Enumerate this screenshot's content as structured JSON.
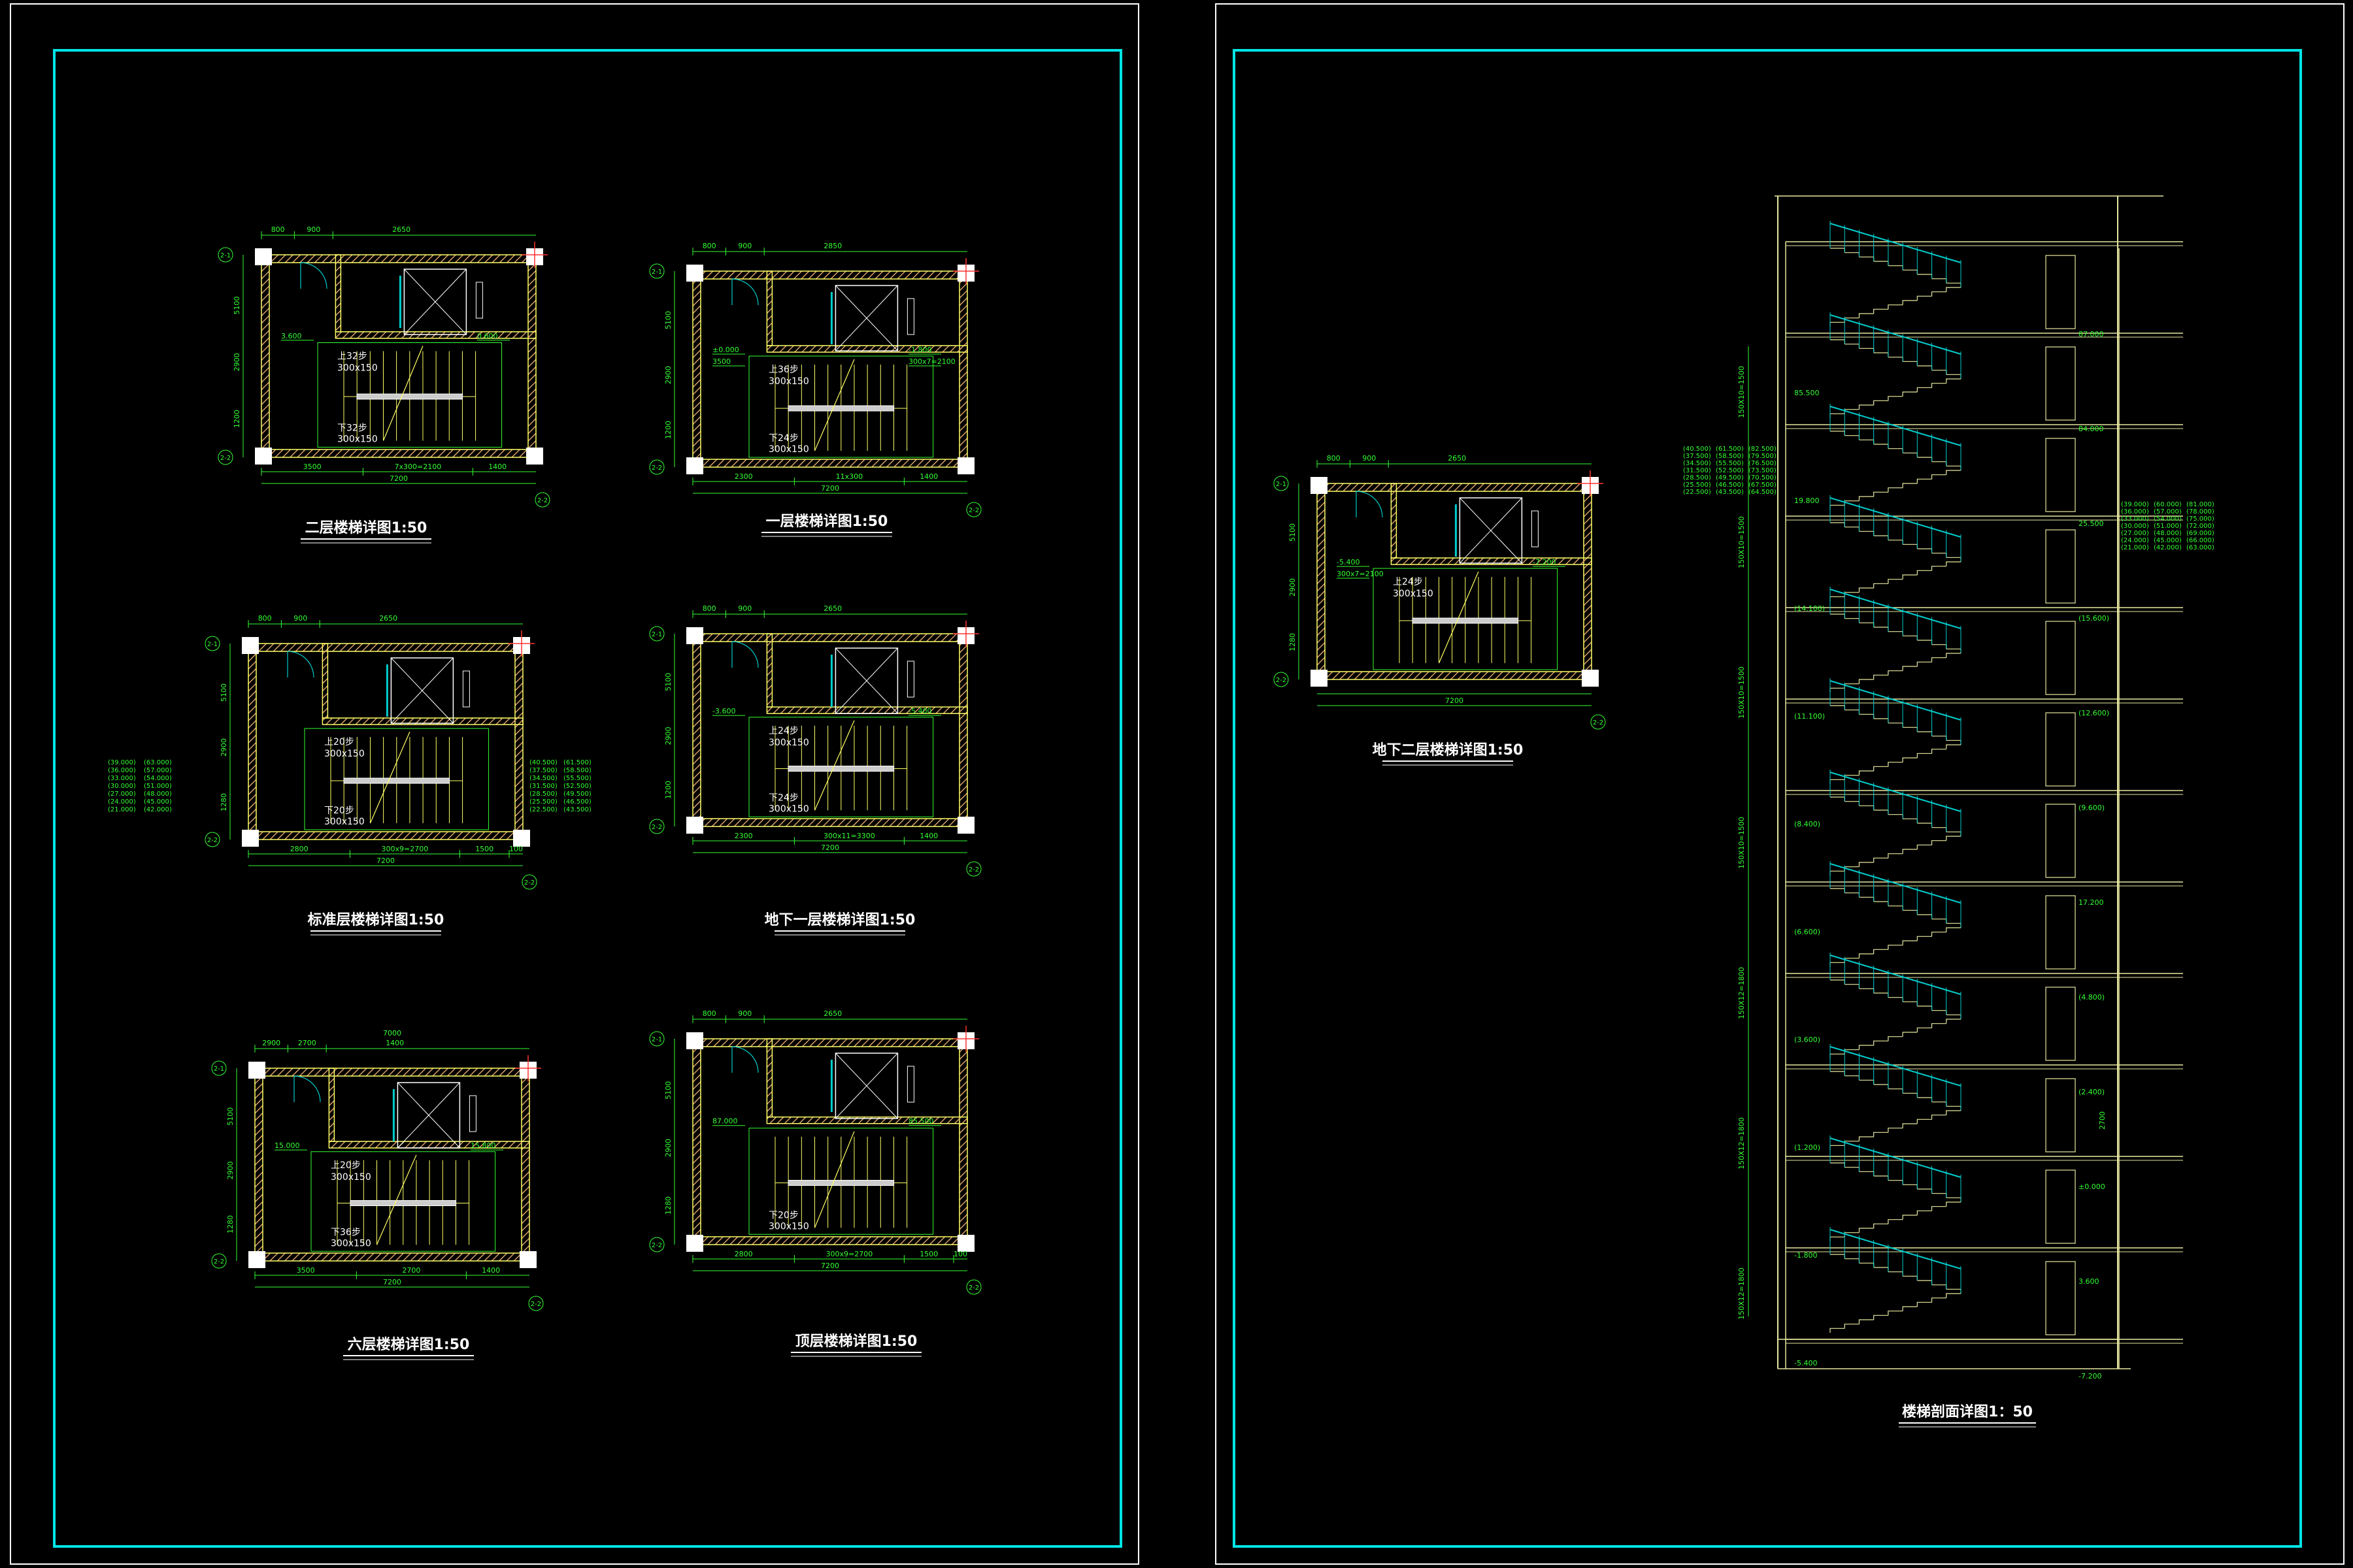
{
  "colors": {
    "background": "#000000",
    "sheet_border": "#ffffff",
    "title_frame": "#00e5e5",
    "wall": "#ffff66",
    "hatch": "#d9a066",
    "dimension": "#33ff33",
    "handrail": "#00cccc",
    "elevator": "#ffffff",
    "section_lines": "#e8e8a0",
    "marker": "#ff3333"
  },
  "plans": [
    {
      "key": "p2",
      "title": "二层楼梯详图1:50",
      "axis_top": "2-1",
      "axis_bottom": "2-2",
      "top_dims": [
        "800",
        "900",
        "2650"
      ],
      "bottom_dims": [
        "3500",
        "7x300=2100",
        "1400"
      ],
      "total": "7200",
      "left_dims": [
        "5100",
        "2900",
        "1200"
      ],
      "up": "上32步",
      "up_spec": "300x150",
      "down": "下32步",
      "down_spec": "300x150",
      "levels": [
        "3.600",
        "0.600"
      ]
    },
    {
      "key": "p1",
      "title": "一层楼梯详图1:50",
      "axis_top": "2-1",
      "axis_bottom": "2-2",
      "top_dims": [
        "800",
        "900",
        "2850"
      ],
      "bottom_dims": [
        "2300",
        "11x300",
        "1400"
      ],
      "total": "7200",
      "left_dims": [
        "5100",
        "2900",
        "1200"
      ],
      "up": "上36步",
      "up_spec": "300x150",
      "down": "下24步",
      "down_spec": "300x150",
      "levels": [
        "±0.000",
        "-1.800",
        "3500",
        "300x7=2100"
      ]
    },
    {
      "key": "pstd",
      "title": "标准层楼梯详图1:50",
      "axis_top": "2-1",
      "axis_bottom": "2-2",
      "top_dims": [
        "800",
        "900",
        "2650"
      ],
      "bottom_dims": [
        "2800",
        "300x9=2700",
        "1500",
        "100"
      ],
      "total": "7200",
      "left_dims": [
        "5100",
        "2900",
        "1280"
      ],
      "up": "上20步",
      "up_spec": "300x150",
      "down": "下20步",
      "down_spec": "300x150",
      "levels": [],
      "left_table": [
        "(39.000)",
        "(36.000)",
        "(33.000)",
        "(30.000)",
        "(27.000)",
        "(24.000)",
        "(21.000)"
      ],
      "left_table2": [
        "(63.000)",
        "(57.000)",
        "(54.000)",
        "(51.000)",
        "(48.000)",
        "(45.000)",
        "(42.000)"
      ],
      "right_table": [
        "(40.500)",
        "(37.500)",
        "(34.500)",
        "(31.500)",
        "(28.500)",
        "(25.500)",
        "(22.500)"
      ],
      "right_table2": [
        "(61.500)",
        "(58.500)",
        "(55.500)",
        "(52.500)",
        "(49.500)",
        "(46.500)",
        "(43.500)"
      ]
    },
    {
      "key": "pb1",
      "title": "地下一层楼梯详图1:50",
      "axis_top": "2-1",
      "axis_bottom": "2-2",
      "top_dims": [
        "800",
        "900",
        "2650"
      ],
      "bottom_dims": [
        "2300",
        "300x11=3300",
        "1400"
      ],
      "total": "7200",
      "left_dims": [
        "5100",
        "2900",
        "1200"
      ],
      "up": "上24步",
      "up_spec": "300x150",
      "down": "下24步",
      "down_spec": "300x150",
      "levels": [
        "-3.600",
        "-5.400"
      ]
    },
    {
      "key": "p6",
      "title": "六层楼梯详图1:50",
      "axis_top": "2-1",
      "axis_bottom": "2-2",
      "top_dims": [
        "2900",
        "2700",
        "1400"
      ],
      "bottom_dims": [
        "3500",
        "2700",
        "1400"
      ],
      "total": "7200",
      "total_top": "7000",
      "left_dims": [
        "5100",
        "2900",
        "1280"
      ],
      "up": "上20步",
      "up_spec": "300x150",
      "down": "下36步",
      "down_spec": "300x150",
      "levels": [
        "15.000",
        "15.800"
      ]
    },
    {
      "key": "ptop",
      "title": "顶层楼梯详图1:50",
      "axis_top": "2-1",
      "axis_bottom": "2-2",
      "top_dims": [
        "800",
        "900",
        "2650"
      ],
      "bottom_dims": [
        "2800",
        "300x9=2700",
        "1500",
        "100"
      ],
      "total": "7200",
      "left_dims": [
        "5100",
        "2900",
        "1280"
      ],
      "up": "",
      "up_spec": "",
      "down": "下20步",
      "down_spec": "300x150",
      "levels": [
        "87.000",
        "85.500"
      ]
    },
    {
      "key": "pb2",
      "title": "地下二层楼梯详图1:50",
      "axis_top": "2-1",
      "axis_bottom": "2-2",
      "top_dims": [
        "800",
        "900",
        "2650"
      ],
      "bottom_dims": [],
      "total": "7200",
      "left_dims": [
        "5100",
        "2900",
        "1280"
      ],
      "up": "上24步",
      "up_spec": "300x150",
      "down": "",
      "down_spec": "",
      "levels": [
        "-5.400",
        "-7.200",
        "300x7=2100"
      ]
    }
  ],
  "section": {
    "title": "楼梯剖面详图1：50",
    "left_levels": [
      "85.500",
      "19.800",
      "(14.100)",
      "(11.100)",
      "(8.400)",
      "(6.600)",
      "(3.600)",
      "(1.200)",
      "-1.800",
      "-5.400"
    ],
    "right_levels": [
      "87.000",
      "84.000",
      "25.500",
      "(15.600)",
      "(12.600)",
      "(9.600)",
      "17.200",
      "(4.800)",
      "(2.400)",
      "±0.000",
      "3.600",
      "-7.200"
    ],
    "left_table": [
      "(40.500)",
      "(37.500)",
      "(34.500)",
      "(31.500)",
      "(28.500)",
      "(25.500)",
      "(22.500)"
    ],
    "left_table2": [
      "(61.500)",
      "(58.500)",
      "(55.500)",
      "(52.500)",
      "(49.500)",
      "(46.500)",
      "(43.500)"
    ],
    "left_table3": [
      "(82.500)",
      "(79.500)",
      "(76.500)",
      "(73.500)",
      "(70.500)",
      "(67.500)",
      "(64.500)"
    ],
    "right_table": [
      "(39.000)",
      "(36.000)",
      "(33.000)",
      "(30.000)",
      "(27.000)",
      "(24.000)",
      "(21.000)"
    ],
    "right_table2": [
      "(60.000)",
      "(57.000)",
      "(54.000)",
      "(51.000)",
      "(48.000)",
      "(45.000)",
      "(42.000)"
    ],
    "right_table3": [
      "(81.000)",
      "(78.000)",
      "(75.000)",
      "(72.000)",
      "(69.000)",
      "(66.000)",
      "(63.000)"
    ],
    "height_dim": "2700",
    "vertical_dims": [
      "150X10=1500",
      "150X10=1500",
      "150X10=1500",
      "150X10=1500",
      "150X12=1800",
      "150X12=1800",
      "150X12=1800"
    ]
  }
}
